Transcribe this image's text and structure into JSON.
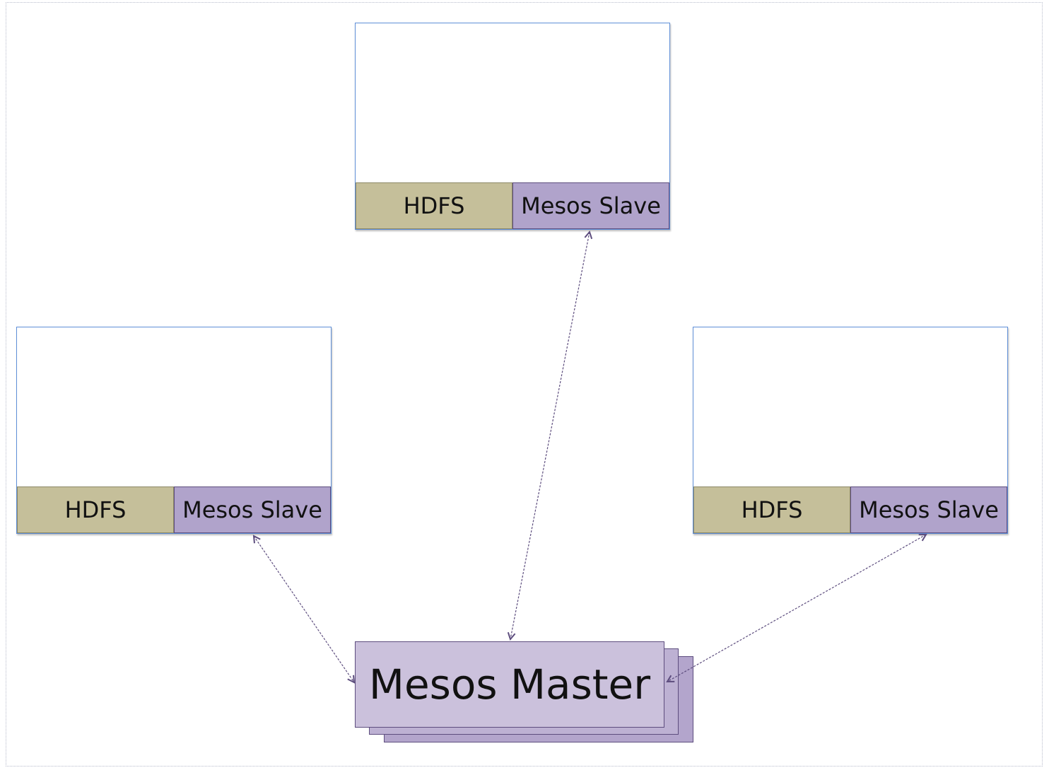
{
  "nodes": [
    {
      "id": "top",
      "hdfs_label": "HDFS",
      "slave_label": "Mesos Slave"
    },
    {
      "id": "left",
      "hdfs_label": "HDFS",
      "slave_label": "Mesos Slave"
    },
    {
      "id": "right",
      "hdfs_label": "HDFS",
      "slave_label": "Mesos Slave"
    }
  ],
  "master": {
    "label": "Mesos Master"
  },
  "colors": {
    "hdfs": "#c5bf9a",
    "slave": "#b0a3cb",
    "master": "#cbc1dc",
    "node_border": "#5f8fd8",
    "connector": "#5d4d7e"
  }
}
